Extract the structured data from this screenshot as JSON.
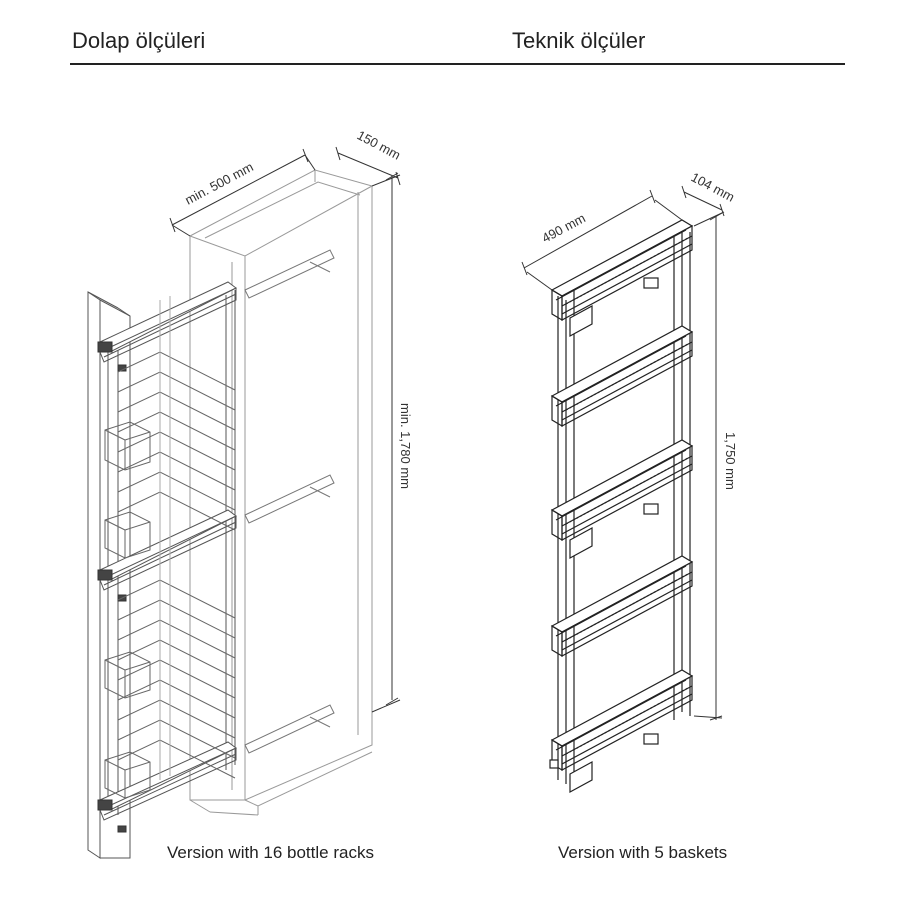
{
  "headers": {
    "left": "Dolap ölçüleri",
    "right": "Teknik ölçüler"
  },
  "left_drawing": {
    "dim_width": "min. 500 mm",
    "dim_depth": "150 mm",
    "dim_height": "min. 1,780 mm",
    "caption": "Version with 16 bottle racks"
  },
  "right_drawing": {
    "dim_width": "490 mm",
    "dim_depth": "104 mm",
    "dim_height": "1,750 mm",
    "caption": "Version with 5 baskets"
  }
}
